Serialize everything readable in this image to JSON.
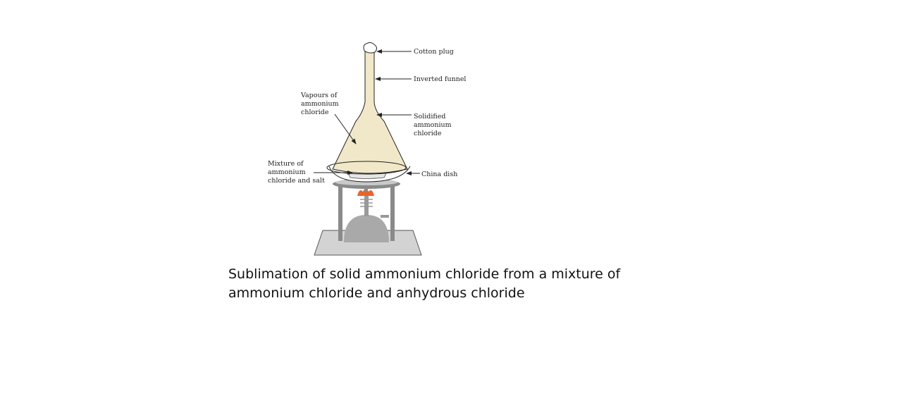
{
  "diagram": {
    "labels": {
      "cotton_plug": "Cotton plug",
      "inverted_funnel": "Inverted funnel",
      "solidified": [
        "Solidified",
        "ammonium",
        "chloride"
      ],
      "vapours": [
        "Vapours of",
        "ammonium",
        "chloride"
      ],
      "mixture": [
        "Mixture of",
        "ammonium",
        "chloride and salt"
      ],
      "china_dish": "China dish"
    },
    "colors": {
      "funnel_fill": "#f0e8c8",
      "stand": "#8a8a8a",
      "flame": "#e8642a",
      "base": "#d0d0d0"
    }
  },
  "caption": {
    "line1": "Sublimation of solid ammonium chloride from a mixture of",
    "line2": "ammonium chloride and anhydrous chloride"
  }
}
